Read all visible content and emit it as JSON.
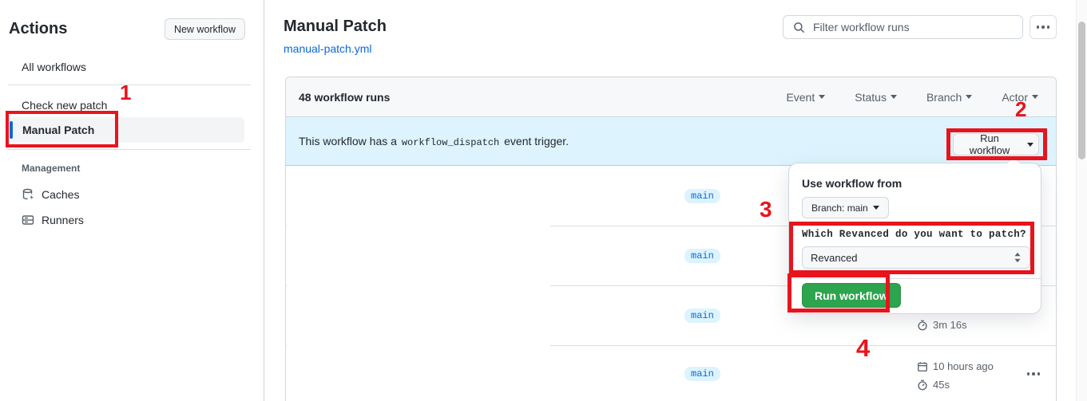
{
  "sidebar": {
    "title": "Actions",
    "new_workflow_button": "New workflow",
    "items": [
      {
        "label": "All workflows"
      },
      {
        "label": "Check new patch"
      },
      {
        "label": "Manual Patch"
      }
    ],
    "management": {
      "heading": "Management",
      "items": [
        {
          "label": "Caches"
        },
        {
          "label": "Runners"
        }
      ]
    }
  },
  "header": {
    "title": "Manual Patch",
    "file_link": "manual-patch.yml",
    "search_placeholder": "Filter workflow runs"
  },
  "runs": {
    "count_label": "48 workflow runs",
    "filters": [
      {
        "label": "Event"
      },
      {
        "label": "Status"
      },
      {
        "label": "Branch"
      },
      {
        "label": "Actor"
      }
    ],
    "banner": {
      "text_before": "This workflow has a",
      "code": "workflow_dispatch",
      "text_after": "event trigger.",
      "run_button": "Run workflow"
    },
    "rows": [
      {
        "branch": "main"
      },
      {
        "branch": "main"
      },
      {
        "branch": "main",
        "duration": "3m 16s"
      },
      {
        "branch": "main",
        "date": "10 hours ago",
        "duration": "45s"
      }
    ]
  },
  "popup": {
    "title": "Use workflow from",
    "branch_button": "Branch: main",
    "input_label": "Which Revanced do you want to patch?",
    "required_mark": "*",
    "select_value": "Revanced",
    "run_button": "Run workflow"
  },
  "annotations": {
    "step1": "1",
    "step2": "2",
    "step3": "3",
    "step4": "4",
    "color": "#e8141c"
  },
  "colors": {
    "accent_orange": "#fd8c73",
    "link_blue": "#0969da",
    "banner_bg": "#ddf4ff",
    "badge_bg": "#ddf4ff",
    "green_button": "#2da44e",
    "header_bg": "#f6f8fa",
    "border": "#d0d7de"
  }
}
